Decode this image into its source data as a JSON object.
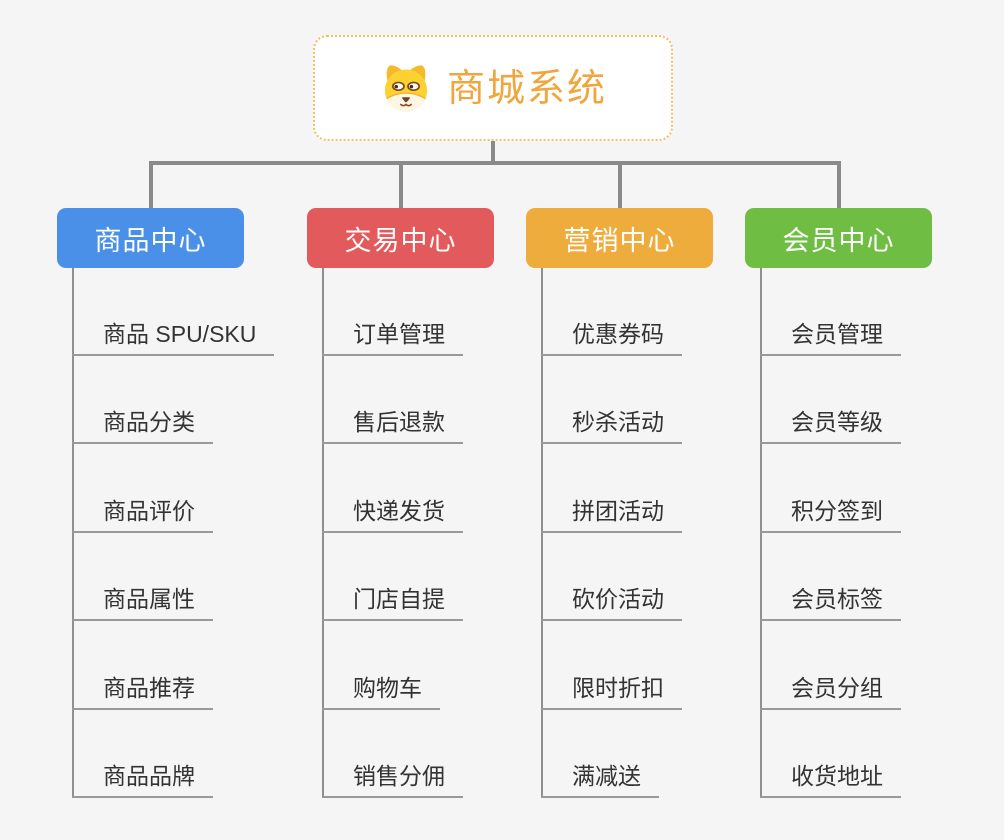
{
  "app": {
    "background_color": "#f5f5f6",
    "connector_color": "#8a8a8a"
  },
  "root": {
    "title": "商城系统",
    "icon": "dog-face-icon",
    "text_color": "#f0a63c",
    "border_color": "#f3bd64"
  },
  "branches": [
    {
      "label": "商品中心",
      "color": "#4a90e8",
      "items": [
        "商品 SPU/SKU",
        "商品分类",
        "商品评价",
        "商品属性",
        "商品推荐",
        "商品品牌"
      ]
    },
    {
      "label": "交易中心",
      "color": "#e25a5c",
      "items": [
        "订单管理",
        "售后退款",
        "快递发货",
        "门店自提",
        "购物车",
        "销售分佣"
      ]
    },
    {
      "label": "营销中心",
      "color": "#eeac3d",
      "items": [
        "优惠券码",
        "秒杀活动",
        "拼团活动",
        "砍价活动",
        "限时折扣",
        "满减送"
      ]
    },
    {
      "label": "会员中心",
      "color": "#6fbe43",
      "items": [
        "会员管理",
        "会员等级",
        "积分签到",
        "会员标签",
        "会员分组",
        "收货地址"
      ]
    }
  ]
}
